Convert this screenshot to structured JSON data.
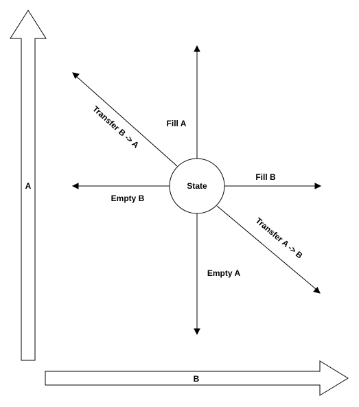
{
  "state": {
    "label": "State"
  },
  "axes": {
    "vertical": {
      "label": "A"
    },
    "horizontal": {
      "label": "B"
    }
  },
  "edges": {
    "fill_a": {
      "label": "Fill A"
    },
    "fill_b": {
      "label": "Fill B"
    },
    "empty_a": {
      "label": "Empty A"
    },
    "empty_b": {
      "label": "Empty B"
    },
    "transfer_b_to_a": {
      "label": "Transfer B -> A"
    },
    "transfer_a_to_b": {
      "label": "Transfer A -> B"
    }
  }
}
